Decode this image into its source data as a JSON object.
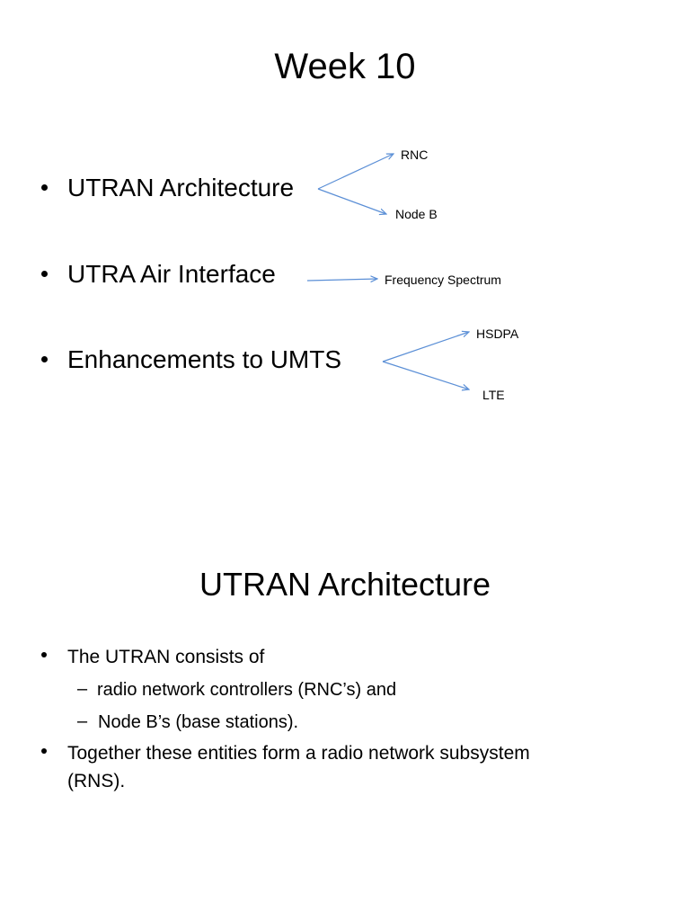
{
  "slide1": {
    "title": "Week 10",
    "bullets": [
      "UTRAN Architecture",
      "UTRA Air Interface",
      "Enhancements to UMTS"
    ],
    "branches": {
      "rnc": "RNC",
      "node_b": "Node B",
      "frequency_spectrum": "Frequency Spectrum",
      "hsdpa": "HSDPA",
      "lte": "LTE"
    },
    "arrow_color": "#5b8fd6"
  },
  "slide2": {
    "title": "UTRAN Architecture",
    "bullet1": "The UTRAN consists of",
    "sub_marker": "–",
    "sub1": " radio network controllers (RNC’s) and",
    "sub2": "Node B’s (base stations).",
    "bullet2_line1": "Together these entities form a radio network subsystem",
    "bullet2_line2": "(RNS)."
  }
}
